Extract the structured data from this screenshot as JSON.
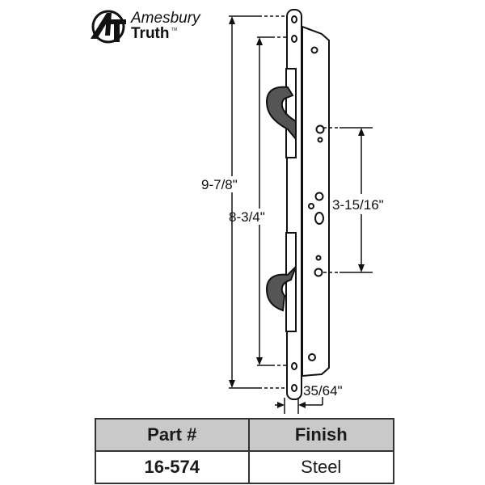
{
  "logo": {
    "line1": "Amesbury",
    "line2": "Truth",
    "trademark": "TM"
  },
  "dimensions": {
    "overall_length": "9-7/8\"",
    "hook_span": "8-3/4\"",
    "hole_spacing": "3-15/16\"",
    "faceplate_width": "35/64\""
  },
  "table": {
    "headers": [
      "Part #",
      "Finish"
    ],
    "rows": [
      [
        "16-574",
        "Steel"
      ]
    ]
  },
  "colors": {
    "header_bg": "#c9c9c9",
    "line": "#111111"
  }
}
